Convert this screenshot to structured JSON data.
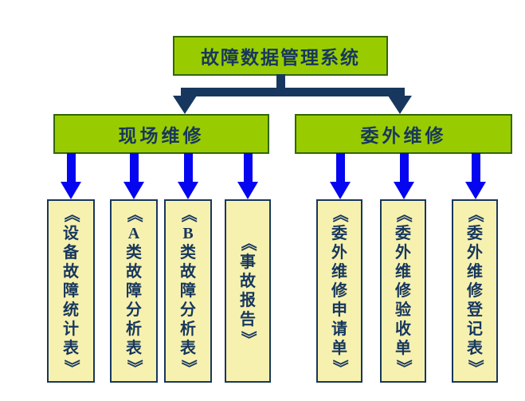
{
  "diagram": {
    "title": "故障数据管理系统",
    "branches": [
      {
        "label": "现场维修",
        "children": [
          "《设备故障统计表》",
          "《A类故障分析表》",
          "《B类故障分析表》",
          "《事故报告》"
        ]
      },
      {
        "label": "委外维修",
        "children": [
          "《委外维修申请单》",
          "《委外维修验收单》",
          "《委外维修登记表》"
        ]
      }
    ],
    "colors": {
      "node_fill": "#99CC00",
      "node_border": "#336600",
      "leaf_fill": "#F7F1B0",
      "leaf_border": "#17375D",
      "text": "#17375D",
      "connector": "#17375E",
      "arrow": "#0505F0",
      "background": "#FFFFFF"
    }
  }
}
